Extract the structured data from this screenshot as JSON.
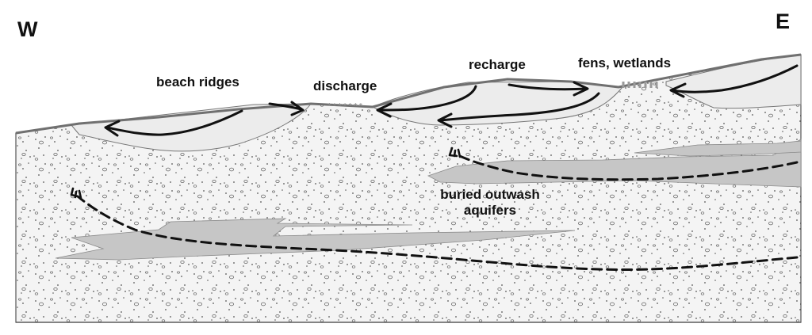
{
  "directions": {
    "west": "W",
    "east": "E"
  },
  "labels": {
    "beach_ridges": "beach ridges",
    "discharge": "discharge",
    "recharge": "recharge",
    "fens_wetlands": "fens, wetlands",
    "aquifers_line1": "buried outwash",
    "aquifers_line2": "aquifers"
  },
  "colors": {
    "till_background": "#f4f4f4",
    "till_particles": "#555555",
    "beach_ridge_sand": "#ececec",
    "aquifer_fill": "#c6c6c6",
    "surface_line": "#707070",
    "flow_arrows": "#111111",
    "discharge_marks": "#888888",
    "wetland_marks": "#9a9a9a"
  }
}
